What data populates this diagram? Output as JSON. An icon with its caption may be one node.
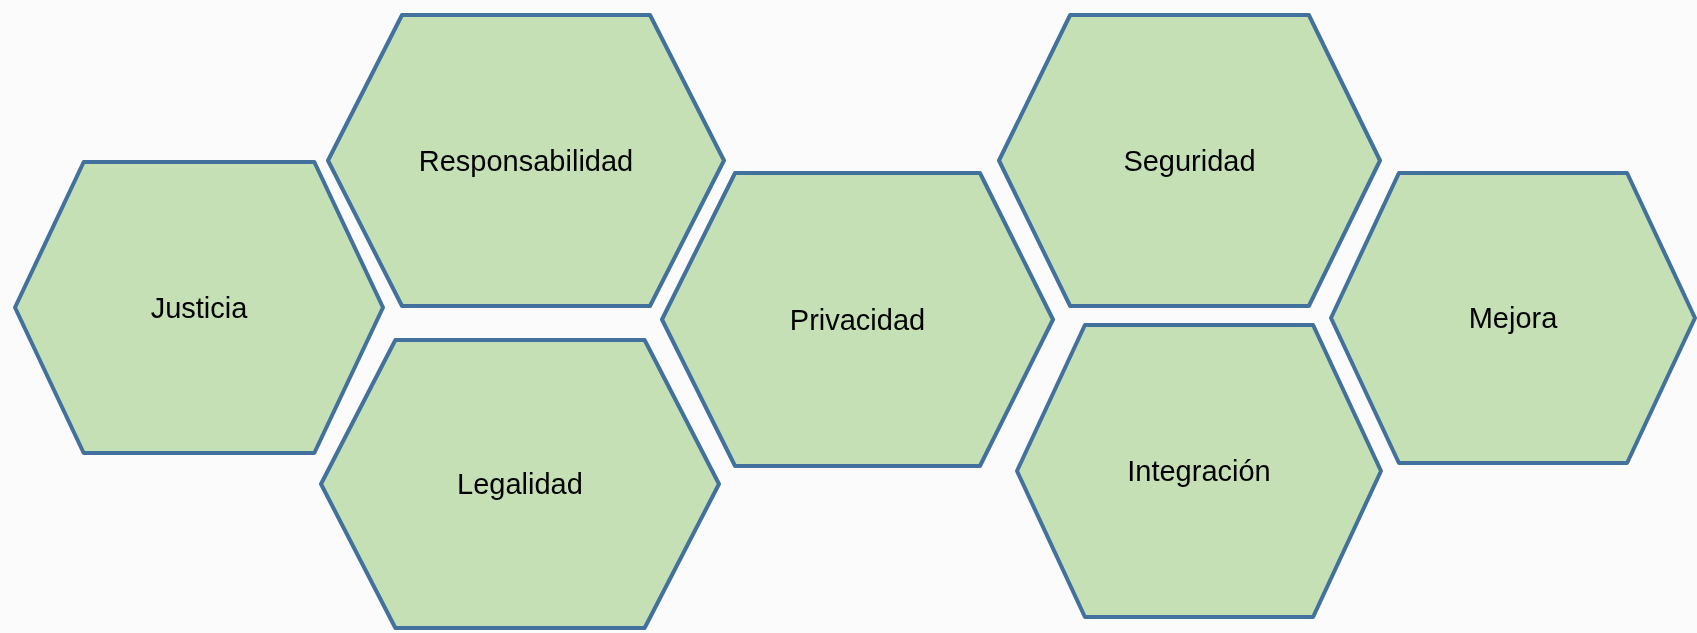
{
  "diagram": {
    "nodes": [
      {
        "text": [
          "Justicia"
        ]
      },
      {
        "text": [
          "Responsabilidad"
        ]
      },
      {
        "text": [
          "Legalidad"
        ]
      },
      {
        "text": [
          "Privacidad"
        ]
      },
      {
        "text": [
          "Seguridad"
        ]
      },
      {
        "text": [
          "Integración"
        ]
      },
      {
        "text": [
          "Mejora"
        ]
      }
    ]
  }
}
